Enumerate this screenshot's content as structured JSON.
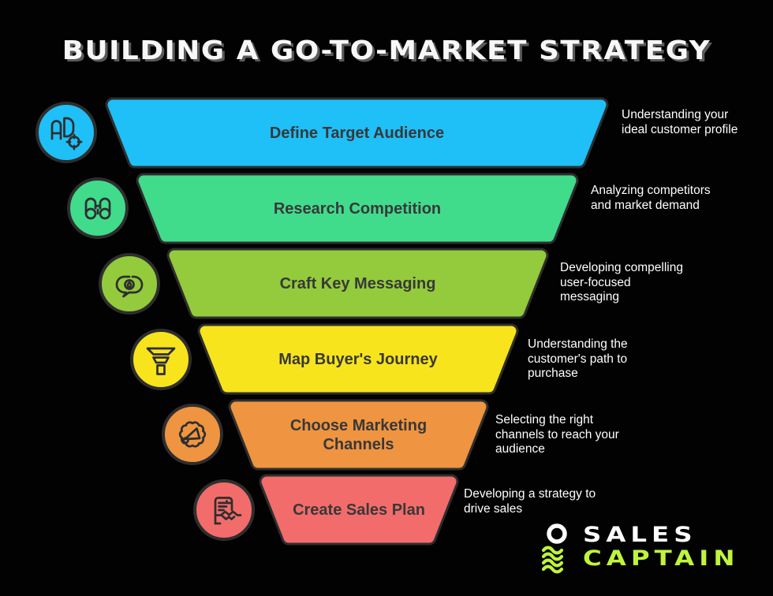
{
  "title": "BUILDING A GO-TO-MARKET STRATEGY",
  "background_color": "#020202",
  "steps": [
    {
      "title": "Define Target Audience",
      "description": "Understanding your ideal customer profile",
      "color": "#1FBFF7",
      "icon": "ad-target-icon"
    },
    {
      "title": "Research Competition",
      "description": "Analyzing competitors and market demand",
      "color": "#41DB8C",
      "icon": "binoculars-icon"
    },
    {
      "title": "Craft Key Messaging",
      "description": "Developing compelling user-focused messaging",
      "color": "#93CB3D",
      "icon": "speech-bubbles-idea-icon"
    },
    {
      "title": "Map Buyer's Journey",
      "description": "Understanding the customer's path to purchase",
      "color": "#F7E41C",
      "icon": "funnel-icon"
    },
    {
      "title": "Choose Marketing Channels",
      "description": "Selecting the right channels to reach your audience",
      "color": "#EF9440",
      "icon": "megaphone-burst-icon"
    },
    {
      "title": "Create Sales Plan",
      "description": "Developing a strategy to drive sales",
      "color": "#F26C6B",
      "icon": "sales-plan-handshake-icon"
    }
  ],
  "logo": {
    "line1": "SALES",
    "line2": "CAPTAIN",
    "accent_color": "#BFF43C",
    "icon": "captain-ring-waves-icon"
  }
}
